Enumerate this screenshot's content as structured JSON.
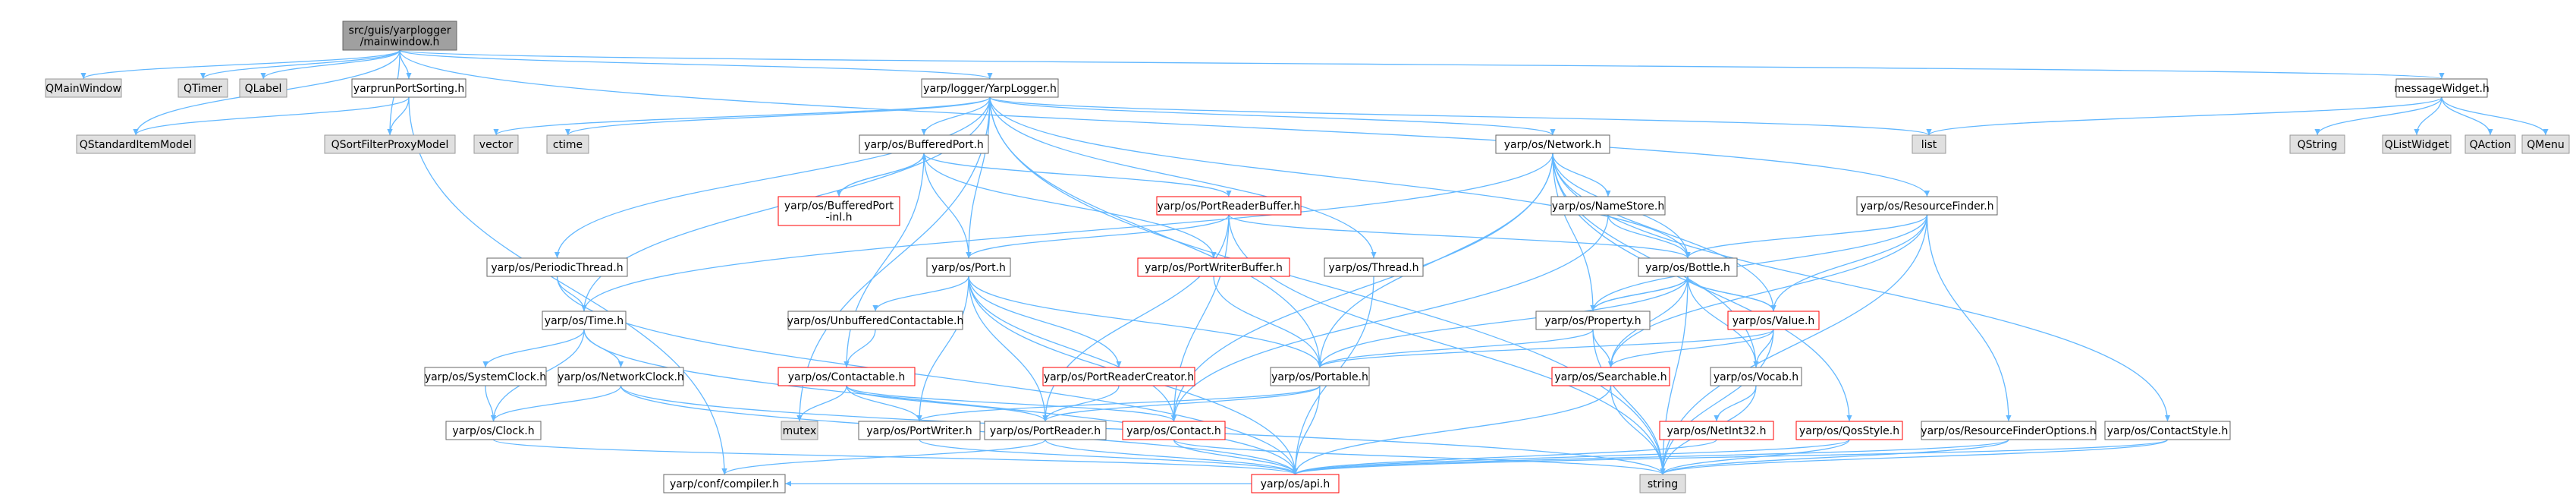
{
  "colors": {
    "root_fill": "#a0a0a0",
    "file_fill": "#ffffff",
    "missing_fill": "#e0e0e0",
    "error_stroke": "#ff0000",
    "normal_stroke": "#666666",
    "edge": "#63b8ff",
    "text": "#000000"
  },
  "nodes": [
    {
      "id": "root",
      "label": [
        "src/guis/yarplogger",
        "/mainwindow.h"
      ],
      "kind": "root"
    },
    {
      "id": "qmainwindow",
      "label": [
        "QMainWindow"
      ],
      "kind": "missing"
    },
    {
      "id": "qtimer",
      "label": [
        "QTimer"
      ],
      "kind": "missing"
    },
    {
      "id": "qlabel",
      "label": [
        "QLabel"
      ],
      "kind": "missing"
    },
    {
      "id": "yarprunportsorting",
      "label": [
        "yarprunPortSorting.h"
      ],
      "kind": "file"
    },
    {
      "id": "qstandarditemmodel",
      "label": [
        "QStandardItemModel"
      ],
      "kind": "missing"
    },
    {
      "id": "qsortfilterproxymodel",
      "label": [
        "QSortFilterProxyModel"
      ],
      "kind": "missing"
    },
    {
      "id": "yarplogger",
      "label": [
        "yarp/logger/YarpLogger.h"
      ],
      "kind": "file"
    },
    {
      "id": "vector",
      "label": [
        "vector"
      ],
      "kind": "missing"
    },
    {
      "id": "ctime",
      "label": [
        "ctime"
      ],
      "kind": "missing"
    },
    {
      "id": "bufferedport",
      "label": [
        "yarp/os/BufferedPort.h"
      ],
      "kind": "file"
    },
    {
      "id": "bufferedportinl",
      "label": [
        "yarp/os/BufferedPort",
        "-inl.h"
      ],
      "kind": "error"
    },
    {
      "id": "network",
      "label": [
        "yarp/os/Network.h"
      ],
      "kind": "file"
    },
    {
      "id": "list",
      "label": [
        "list"
      ],
      "kind": "missing"
    },
    {
      "id": "messagewidget",
      "label": [
        "messageWidget.h"
      ],
      "kind": "file"
    },
    {
      "id": "qstring",
      "label": [
        "QString"
      ],
      "kind": "missing"
    },
    {
      "id": "qlistwidget",
      "label": [
        "QListWidget"
      ],
      "kind": "missing"
    },
    {
      "id": "qaction",
      "label": [
        "QAction"
      ],
      "kind": "missing"
    },
    {
      "id": "qmenu",
      "label": [
        "QMenu"
      ],
      "kind": "missing"
    },
    {
      "id": "portreaderbuffer",
      "label": [
        "yarp/os/PortReaderBuffer.h"
      ],
      "kind": "error"
    },
    {
      "id": "nameStore",
      "label": [
        "yarp/os/NameStore.h"
      ],
      "kind": "file"
    },
    {
      "id": "resourcefinder",
      "label": [
        "yarp/os/ResourceFinder.h"
      ],
      "kind": "file"
    },
    {
      "id": "periodicthread",
      "label": [
        "yarp/os/PeriodicThread.h"
      ],
      "kind": "file"
    },
    {
      "id": "port",
      "label": [
        "yarp/os/Port.h"
      ],
      "kind": "file"
    },
    {
      "id": "portwriterbuffer",
      "label": [
        "yarp/os/PortWriterBuffer.h"
      ],
      "kind": "error"
    },
    {
      "id": "thread",
      "label": [
        "yarp/os/Thread.h"
      ],
      "kind": "file"
    },
    {
      "id": "bottle",
      "label": [
        "yarp/os/Bottle.h"
      ],
      "kind": "file"
    },
    {
      "id": "time",
      "label": [
        "yarp/os/Time.h"
      ],
      "kind": "file"
    },
    {
      "id": "unbuffered",
      "label": [
        "yarp/os/UnbufferedContactable.h"
      ],
      "kind": "file"
    },
    {
      "id": "property",
      "label": [
        "yarp/os/Property.h"
      ],
      "kind": "file"
    },
    {
      "id": "value",
      "label": [
        "yarp/os/Value.h"
      ],
      "kind": "error"
    },
    {
      "id": "systemclock",
      "label": [
        "yarp/os/SystemClock.h"
      ],
      "kind": "file"
    },
    {
      "id": "networkclock",
      "label": [
        "yarp/os/NetworkClock.h"
      ],
      "kind": "file"
    },
    {
      "id": "contactable",
      "label": [
        "yarp/os/Contactable.h"
      ],
      "kind": "error"
    },
    {
      "id": "portreadercreator",
      "label": [
        "yarp/os/PortReaderCreator.h"
      ],
      "kind": "error"
    },
    {
      "id": "portable",
      "label": [
        "yarp/os/Portable.h"
      ],
      "kind": "file"
    },
    {
      "id": "searchable",
      "label": [
        "yarp/os/Searchable.h"
      ],
      "kind": "error"
    },
    {
      "id": "vocab",
      "label": [
        "yarp/os/Vocab.h"
      ],
      "kind": "file"
    },
    {
      "id": "clock",
      "label": [
        "yarp/os/Clock.h"
      ],
      "kind": "file"
    },
    {
      "id": "mutex",
      "label": [
        "mutex"
      ],
      "kind": "missing"
    },
    {
      "id": "portwriter",
      "label": [
        "yarp/os/PortWriter.h"
      ],
      "kind": "file"
    },
    {
      "id": "portreader",
      "label": [
        "yarp/os/PortReader.h"
      ],
      "kind": "file"
    },
    {
      "id": "contact",
      "label": [
        "yarp/os/Contact.h"
      ],
      "kind": "error"
    },
    {
      "id": "netint32",
      "label": [
        "yarp/os/NetInt32.h"
      ],
      "kind": "error"
    },
    {
      "id": "qosstyle",
      "label": [
        "yarp/os/QosStyle.h"
      ],
      "kind": "error"
    },
    {
      "id": "resourcefinderoptions",
      "label": [
        "yarp/os/ResourceFinderOptions.h"
      ],
      "kind": "file"
    },
    {
      "id": "contactstyle",
      "label": [
        "yarp/os/ContactStyle.h"
      ],
      "kind": "file"
    },
    {
      "id": "compiler",
      "label": [
        "yarp/conf/compiler.h"
      ],
      "kind": "file"
    },
    {
      "id": "api",
      "label": [
        "yarp/os/api.h"
      ],
      "kind": "error"
    },
    {
      "id": "string",
      "label": [
        "string"
      ],
      "kind": "missing"
    }
  ],
  "edges": [
    [
      "root",
      "qmainwindow"
    ],
    [
      "root",
      "qtimer"
    ],
    [
      "root",
      "qlabel"
    ],
    [
      "root",
      "yarprunportsorting"
    ],
    [
      "root",
      "qstandarditemmodel"
    ],
    [
      "root",
      "qsortfilterproxymodel"
    ],
    [
      "root",
      "yarplogger"
    ],
    [
      "root",
      "messagewidget"
    ],
    [
      "root",
      "resourcefinder"
    ],
    [
      "yarprunportsorting",
      "qstandarditemmodel"
    ],
    [
      "yarprunportsorting",
      "qsortfilterproxymodel"
    ],
    [
      "yarprunportsorting",
      "compiler"
    ],
    [
      "yarplogger",
      "vector"
    ],
    [
      "yarplogger",
      "ctime"
    ],
    [
      "yarplogger",
      "bufferedport"
    ],
    [
      "yarplogger",
      "network"
    ],
    [
      "yarplogger",
      "list"
    ],
    [
      "yarplogger",
      "periodicthread"
    ],
    [
      "yarplogger",
      "time"
    ],
    [
      "yarplogger",
      "port"
    ],
    [
      "yarplogger",
      "thread"
    ],
    [
      "yarplogger",
      "bottle"
    ],
    [
      "yarplogger",
      "mutex"
    ],
    [
      "yarplogger",
      "string"
    ],
    [
      "yarplogger",
      "portable"
    ],
    [
      "messagewidget",
      "qstring"
    ],
    [
      "messagewidget",
      "qlistwidget"
    ],
    [
      "messagewidget",
      "qaction"
    ],
    [
      "messagewidget",
      "qmenu"
    ],
    [
      "messagewidget",
      "list"
    ],
    [
      "bufferedport",
      "bufferedportinl"
    ],
    [
      "bufferedportinl",
      "bufferedport"
    ],
    [
      "bufferedport",
      "portreaderbuffer"
    ],
    [
      "bufferedport",
      "port"
    ],
    [
      "bufferedport",
      "portwriterbuffer"
    ],
    [
      "bufferedport",
      "contactable"
    ],
    [
      "network",
      "time"
    ],
    [
      "network",
      "nameStore"
    ],
    [
      "network",
      "portable"
    ],
    [
      "network",
      "bottle"
    ],
    [
      "network",
      "property"
    ],
    [
      "network",
      "value"
    ],
    [
      "network",
      "vocab"
    ],
    [
      "network",
      "contactstyle"
    ],
    [
      "network",
      "qosstyle"
    ],
    [
      "network",
      "contact"
    ],
    [
      "portreaderbuffer",
      "port"
    ],
    [
      "portreaderbuffer",
      "bottle"
    ],
    [
      "portreaderbuffer",
      "contact"
    ],
    [
      "portreaderbuffer",
      "portreader"
    ],
    [
      "portreaderbuffer",
      "string"
    ],
    [
      "nameStore",
      "bottle"
    ],
    [
      "nameStore",
      "contact"
    ],
    [
      "resourcefinder",
      "bottle"
    ],
    [
      "resourcefinder",
      "property"
    ],
    [
      "resourcefinder",
      "value"
    ],
    [
      "resourcefinder",
      "searchable"
    ],
    [
      "resourcefinder",
      "resourcefinderoptions"
    ],
    [
      "resourcefinder",
      "string"
    ],
    [
      "periodicthread",
      "time"
    ],
    [
      "periodicthread",
      "api"
    ],
    [
      "port",
      "unbuffered"
    ],
    [
      "port",
      "portable"
    ],
    [
      "port",
      "portreadercreator"
    ],
    [
      "port",
      "portwriter"
    ],
    [
      "port",
      "portreader"
    ],
    [
      "port",
      "contact"
    ],
    [
      "port",
      "api"
    ],
    [
      "portwriterbuffer",
      "portable"
    ],
    [
      "thread",
      "api"
    ],
    [
      "bottle",
      "portable"
    ],
    [
      "bottle",
      "searchable"
    ],
    [
      "bottle",
      "property"
    ],
    [
      "bottle",
      "value"
    ],
    [
      "bottle",
      "vocab"
    ],
    [
      "bottle",
      "string"
    ],
    [
      "time",
      "systemclock"
    ],
    [
      "time",
      "networkclock"
    ],
    [
      "time",
      "clock"
    ],
    [
      "time",
      "api"
    ],
    [
      "unbuffered",
      "contactable"
    ],
    [
      "property",
      "bottle"
    ],
    [
      "property",
      "portable"
    ],
    [
      "property",
      "searchable"
    ],
    [
      "property",
      "string"
    ],
    [
      "value",
      "bottle"
    ],
    [
      "value",
      "searchable"
    ],
    [
      "value",
      "vocab"
    ],
    [
      "value",
      "portable"
    ],
    [
      "value",
      "string"
    ],
    [
      "systemclock",
      "clock"
    ],
    [
      "networkclock",
      "clock"
    ],
    [
      "networkclock",
      "api"
    ],
    [
      "networkclock",
      "string"
    ],
    [
      "contactable",
      "mutex"
    ],
    [
      "contactable",
      "portwriter"
    ],
    [
      "contactable",
      "portreader"
    ],
    [
      "contactable",
      "contact"
    ],
    [
      "portreadercreator",
      "portreader"
    ],
    [
      "portable",
      "portwriter"
    ],
    [
      "portable",
      "portreader"
    ],
    [
      "portable",
      "api"
    ],
    [
      "searchable",
      "string"
    ],
    [
      "searchable",
      "api"
    ],
    [
      "vocab",
      "netint32"
    ],
    [
      "vocab",
      "string"
    ],
    [
      "clock",
      "api"
    ],
    [
      "portwriter",
      "api"
    ],
    [
      "portreader",
      "api"
    ],
    [
      "portreader",
      "compiler"
    ],
    [
      "contact",
      "api"
    ],
    [
      "contact",
      "string"
    ],
    [
      "netint32",
      "api"
    ],
    [
      "qosstyle",
      "api"
    ],
    [
      "qosstyle",
      "string"
    ],
    [
      "resourcefinderoptions",
      "api"
    ],
    [
      "resourcefinderoptions",
      "string"
    ],
    [
      "contactstyle",
      "api"
    ],
    [
      "contactstyle",
      "string"
    ],
    [
      "api",
      "compiler"
    ]
  ]
}
